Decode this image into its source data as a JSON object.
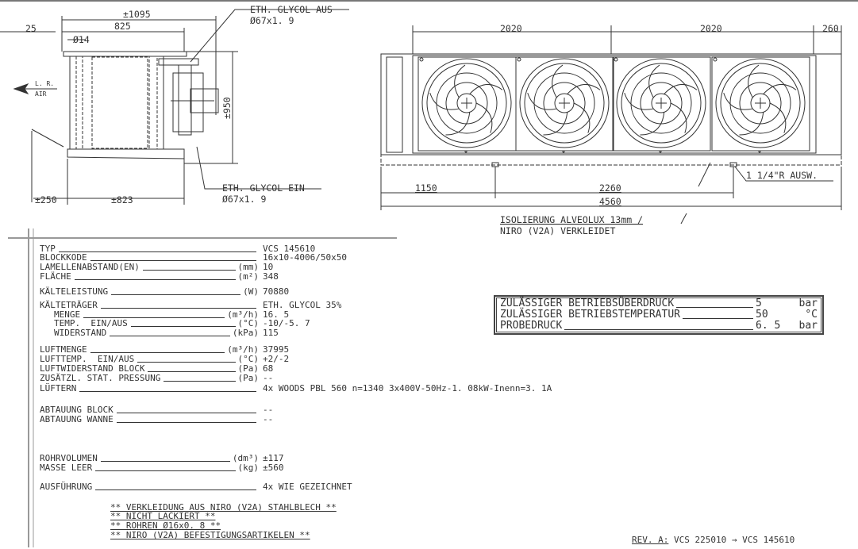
{
  "side_view": {
    "dim_total": "±1095",
    "dim_25": "25",
    "dim_825": "825",
    "dim_d14": "Ø14",
    "air_label_1": "L. R.",
    "air_label_2": "AIR",
    "dim_950": "±950",
    "outlet_label": "ETH. GLYCOL AUS",
    "outlet_size": "Ø67x1. 9",
    "inlet_label": "ETH. GLYCOL EIN",
    "inlet_size": "Ø67x1. 9",
    "dim_250": "±250",
    "dim_823": "±823"
  },
  "front_view": {
    "dim_fan_1": "2020",
    "dim_fan_2": "2020",
    "dim_end": "260",
    "dim_1150": "1150",
    "dim_2260": "2260",
    "dim_4560": "4560",
    "drain_label": "1 1/4\"R AUSW.",
    "insulation_1": "ISOLIERUNG ALVEOLUX 13mm  /",
    "insulation_2": "NIRO (V2A) VERKLEIDET",
    "fan_count": 4
  },
  "specs": [
    {
      "label": "TYP",
      "unit": "",
      "value": "VCS 145610"
    },
    {
      "label": "BLOCKKODE",
      "unit": "",
      "value": "16x10-4006/50x50"
    },
    {
      "label": "LAMELLENABSTAND(EN)",
      "unit": "(mm)",
      "value": "10"
    },
    {
      "label": "FLÄCHE",
      "unit": "(m²)",
      "value": "348"
    },
    {
      "label": "KÄLTELEISTUNG",
      "unit": "(W)",
      "value": "70880"
    },
    {
      "label": "KÄLTETRÄGER",
      "unit": "",
      "value": "ETH. GLYCOL 35%"
    },
    {
      "label": "MENGE",
      "unit": "(m³/h)",
      "value": "16. 5"
    },
    {
      "label": "TEMP.  EIN/AUS",
      "unit": "(°C)",
      "value": "-10/-5. 7"
    },
    {
      "label": "WIDERSTAND",
      "unit": "(kPa)",
      "value": "115"
    },
    {
      "label": "LUFTMENGE",
      "unit": "(m³/h)",
      "value": "37995"
    },
    {
      "label": "LUFTTEMP.  EIN/AUS",
      "unit": "(°C)",
      "value": "+2/-2"
    },
    {
      "label": "LUFTWIDERSTAND BLOCK",
      "unit": "(Pa)",
      "value": "68"
    },
    {
      "label": "ZUSÄTZL. STAT. PRESSUNG",
      "unit": "(Pa)",
      "value": "--"
    },
    {
      "label": "LÜFTERN",
      "unit": "",
      "value": "4x WOODS PBL 560 n=1340 3x400V-50Hz-1. 08kW-Inenn=3. 1A"
    },
    {
      "label": "ABTAUUNG BLOCK",
      "unit": "",
      "value": "--"
    },
    {
      "label": "ABTAUUNG WANNE",
      "unit": "",
      "value": "--"
    },
    {
      "label": "ROHRVOLUMEN",
      "unit": "(dm³)",
      "value": "±117"
    },
    {
      "label": "MASSE LEER",
      "unit": "(kg)",
      "value": "±560"
    },
    {
      "label": "AUSFÜHRUNG",
      "unit": "",
      "value": "4x WIE GEZEICHNET"
    }
  ],
  "notes": [
    "** VERKLEIDUNG AUS NIRO (V2A) STAHLBLECH **",
    "** NICHT LACKIERT **",
    "** ROHREN Ø16x0. 8 **",
    "** NIRO (V2A) BEFESTIGUNGSARTIKELEN **"
  ],
  "pressure_box": [
    {
      "label": "ZULÄSSIGER BETRIEBSÜBERDRUCK",
      "value": "5",
      "unit": "bar"
    },
    {
      "label": "ZULÄSSIGER BETRIEBSTEMPERATUR",
      "value": "50",
      "unit": "°C"
    },
    {
      "label": "PROBEDRUCK",
      "value": "6. 5",
      "unit": "bar"
    }
  ],
  "revision": {
    "label": "REV. A:",
    "text": " VCS 225010 → VCS 145610"
  }
}
